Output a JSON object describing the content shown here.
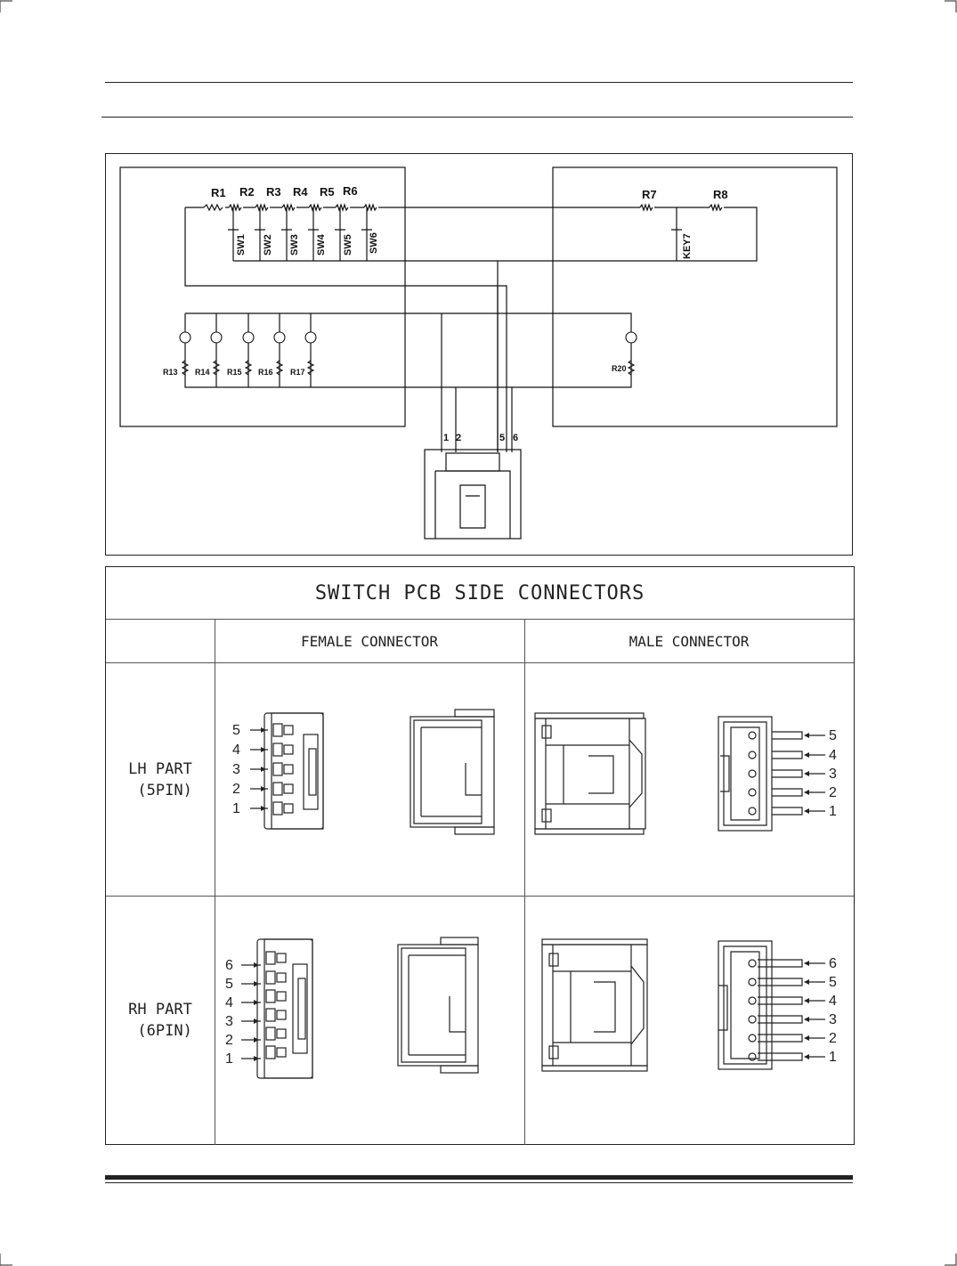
{
  "schematic": {
    "resistors_top_left": [
      "R1",
      "R2",
      "R3",
      "R4",
      "R5",
      "R6"
    ],
    "switches_left": [
      "SW1",
      "SW2",
      "SW3",
      "SW4",
      "SW5",
      "SW6"
    ],
    "resistors_top_right": [
      "R7",
      "R8"
    ],
    "switch_right": "KEY7",
    "led_resistors_left": [
      "R13",
      "R14",
      "R15",
      "R16",
      "R17"
    ],
    "led_resistor_right": "R20",
    "connector_pins": [
      "1",
      "2",
      "5",
      "6"
    ]
  },
  "table": {
    "title": "SWITCH PCB SIDE CONNECTORS",
    "col_female": "FEMALE CONNECTOR",
    "col_male": "MALE CONNECTOR",
    "rows": [
      {
        "label": "LH PART\n (5PIN)",
        "pins": [
          "5",
          "4",
          "3",
          "2",
          "1"
        ]
      },
      {
        "label": "RH PART\n (6PIN)",
        "pins": [
          "6",
          "5",
          "4",
          "3",
          "2",
          "1"
        ]
      }
    ]
  }
}
